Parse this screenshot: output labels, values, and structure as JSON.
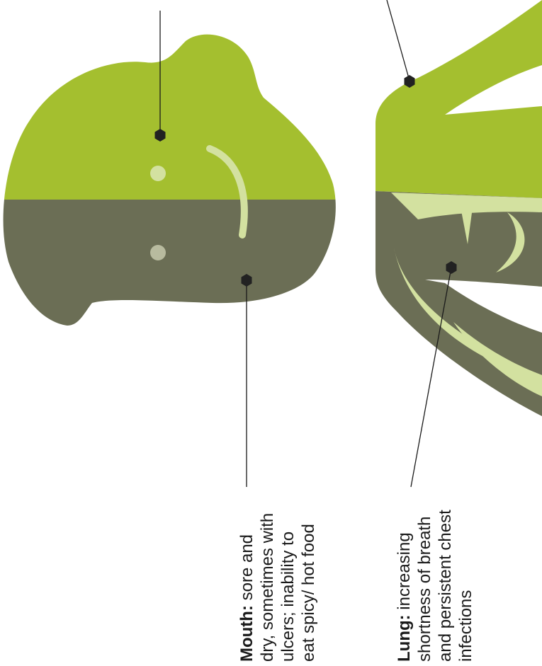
{
  "labels": {
    "mouth": {
      "term": "Mouth:",
      "first_rest": " sore and",
      "lines": [
        "dry, sometimes with",
        "ulcers; inability to",
        "eat spicy/ hot food"
      ]
    },
    "lung": {
      "term": "Lung:",
      "first_rest": " increasing",
      "lines": [
        "shortness of breath",
        "and persistent chest",
        "infections"
      ]
    }
  },
  "colors": {
    "green": "#a4bf2f",
    "olive": "#6b6e55",
    "pale": "#d3e1a0",
    "marker": "#222222",
    "leader": "#1a1a1a"
  }
}
